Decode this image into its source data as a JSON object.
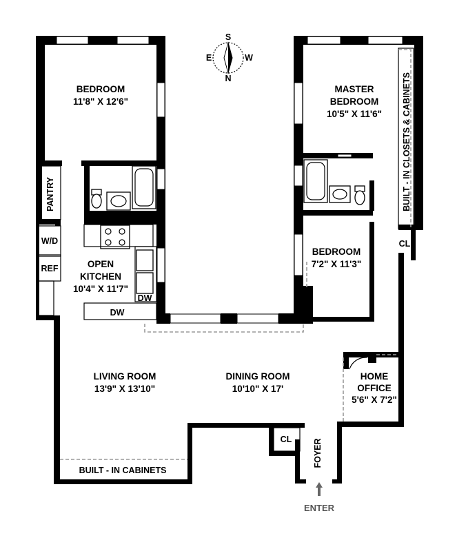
{
  "rooms": {
    "bedroom_1": {
      "name": "BEDROOM",
      "dims": "11'8\" X 12'6\""
    },
    "master_bedroom": {
      "name_line1": "MASTER",
      "name_line2": "BEDROOM",
      "dims": "10'5\" X 11'6\""
    },
    "bedroom_2": {
      "name": "BEDROOM",
      "dims": "7'2\" X 11'3\""
    },
    "kitchen": {
      "name_line1": "OPEN",
      "name_line2": "KITCHEN",
      "dims": "10'4\" X 11'7\""
    },
    "living_room": {
      "name": "LIVING ROOM",
      "dims": "13'9\" X 13'10\""
    },
    "dining_room": {
      "name": "DINING ROOM",
      "dims": "10'10\" X 17'"
    },
    "home_office": {
      "name_line1": "HOME",
      "name_line2": "OFFICE",
      "dims": "5'6\" X 7'2\""
    }
  },
  "labels": {
    "pantry": "PANTRY",
    "wd": "W/D",
    "ref": "REF",
    "dw_kitchen_side": "DW",
    "dw_kitchen_counter": "DW",
    "closet_1": "CL",
    "closet_2": "CL",
    "foyer": "FOYER",
    "built_in_cabinets": "BUILT - IN CABINETS",
    "built_in_closets": "BUILT - IN CLOSETS & CABINETS",
    "enter": "ENTER"
  },
  "compass": {
    "n": "N",
    "s": "S",
    "e": "E",
    "w": "W"
  },
  "colors": {
    "wall": "#000000",
    "dashed_line": "#9a9a9a",
    "enter_text": "#555555",
    "enter_arrow": "#666666"
  }
}
